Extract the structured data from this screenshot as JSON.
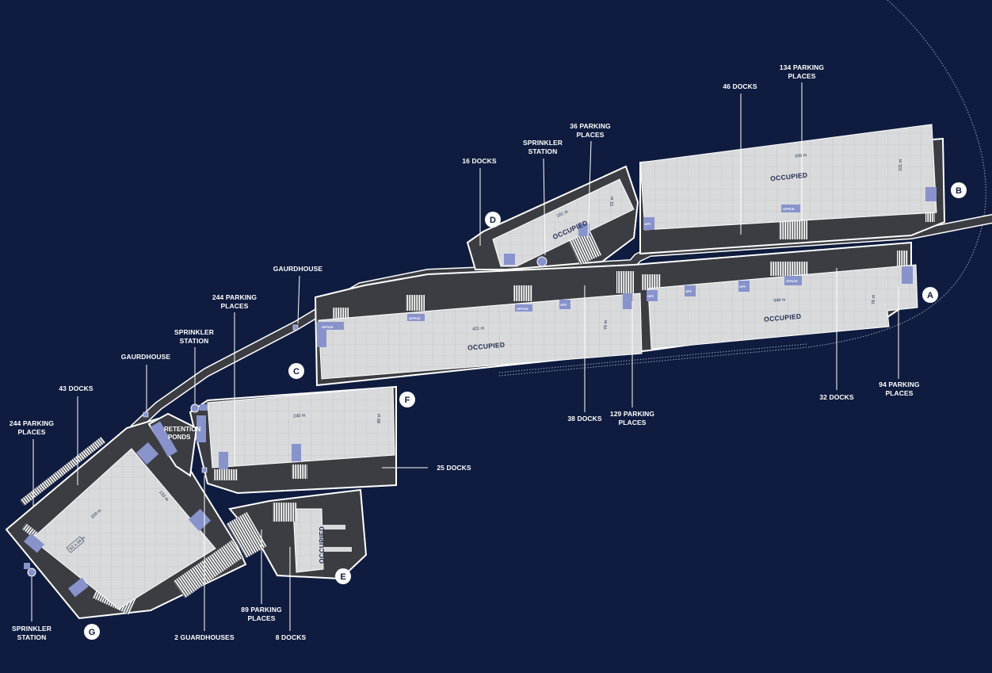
{
  "labels": {
    "docks_46": "46 DOCKS",
    "parking_134_l1": "134 PARKING",
    "parking_134_l2": "PLACES",
    "parking_36_l1": "36 PARKING",
    "parking_36_l2": "PLACES",
    "sprinkler_d_l1": "SPRINKLER",
    "sprinkler_d_l2": "STATION",
    "docks_16": "16 DOCKS",
    "gaurdhouse_c": "GAURDHOUSE",
    "parking_244f_l1": "244 PARKING",
    "parking_244f_l2": "PLACES",
    "sprinkler_f_l1": "SPRINKLER",
    "sprinkler_f_l2": "STATION",
    "gaurdhouse_g": "GAURDHOUSE",
    "docks_43": "43 DOCKS",
    "parking_244g_l1": "244 PARKING",
    "parking_244g_l2": "PLACES",
    "docks_25": "25 DOCKS",
    "docks_38": "38 DOCKS",
    "parking_129_l1": "129 PARKING",
    "parking_129_l2": "PLACES",
    "docks_32": "32 DOCKS",
    "parking_94_l1": "94 PARKING",
    "parking_94_l2": "PLACES",
    "sprinkler_g_l1": "SPRINKLER",
    "sprinkler_g_l2": "STATION",
    "guardhouses_2": "2 GUARDHOUSES",
    "parking_89_l1": "89 PARKING",
    "parking_89_l2": "PLACES",
    "docks_8": "8 DOCKS",
    "retention_l1": "RETENTION",
    "retention_l2": "PONDS"
  },
  "buildings": {
    "A": {
      "letter": "A",
      "status": "OCCUPIED",
      "length": "348 m",
      "width": "76 m"
    },
    "B": {
      "letter": "B",
      "status": "OCCUPIED",
      "length": "335 m",
      "width": "101 m"
    },
    "C": {
      "letter": "C",
      "status": "OCCUPIED",
      "length": "421 m",
      "width": "76 m"
    },
    "D": {
      "letter": "D",
      "status": "OCCUPIED",
      "length": "181 m",
      "width": "51 m"
    },
    "E": {
      "letter": "E",
      "status": "OCCUPIED"
    },
    "F": {
      "letter": "F",
      "length": "240 m",
      "width": "89 m"
    },
    "G": {
      "letter": "G",
      "length": "208 m",
      "width": "133 m",
      "inner": "52 x 34 m"
    }
  },
  "office": {
    "full": "OFFICE",
    "short": "OFF."
  },
  "colors": {
    "background": "#0f1c3f",
    "road": "#3b3d42",
    "building": "#d9dadc",
    "office": "#8893cc",
    "label": "#ffffff"
  }
}
